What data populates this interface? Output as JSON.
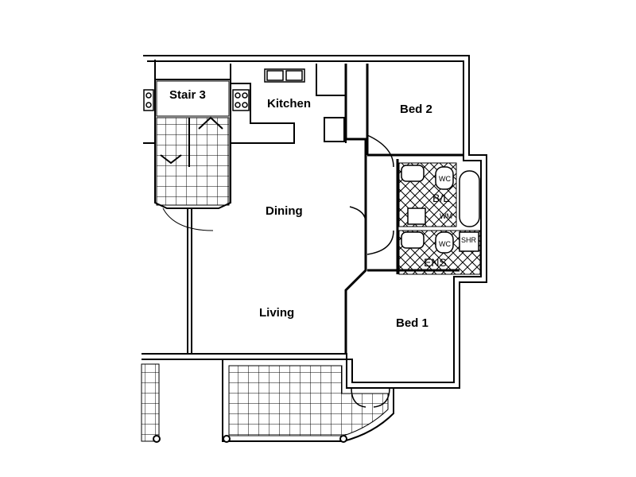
{
  "rooms": {
    "stair": "Stair 3",
    "kitchen": "Kitchen",
    "dining": "Dining",
    "living": "Living",
    "bed2": "Bed 2",
    "bed1": "Bed 1",
    "bath": "B/L",
    "ensuite": "ENS"
  },
  "fixtures": {
    "wc_1": "WC",
    "wc_2": "WC",
    "washing_machine": "WM",
    "shower": "SHR"
  }
}
